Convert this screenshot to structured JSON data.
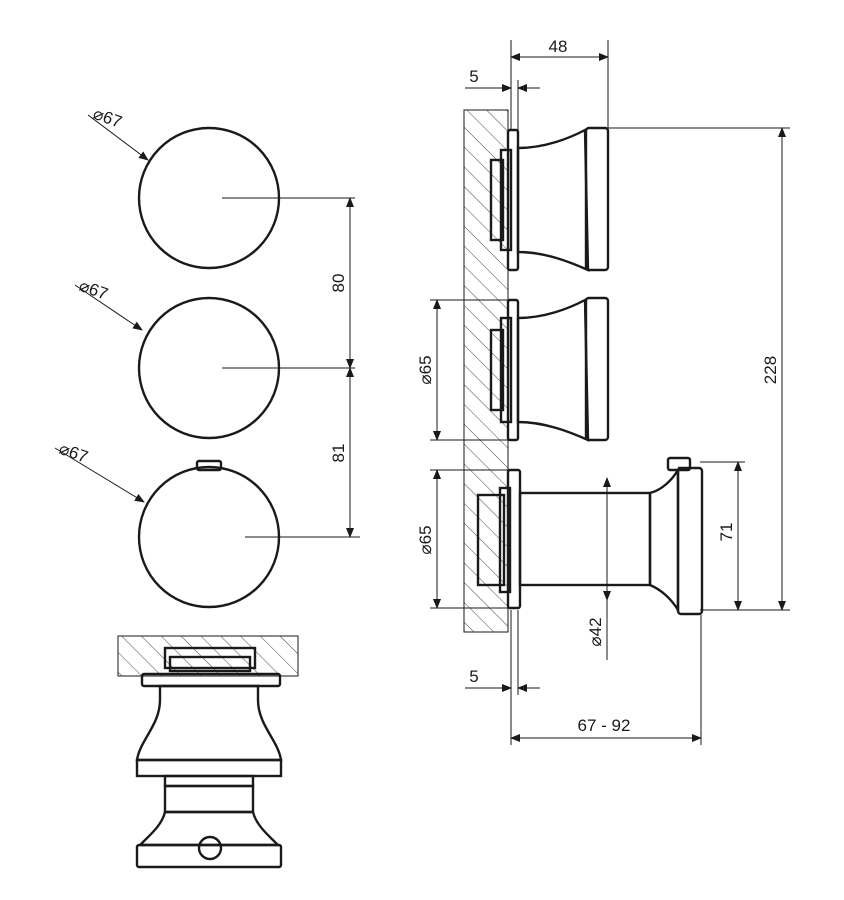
{
  "dimensions": {
    "knob_diameter_1": "⌀67",
    "knob_diameter_2": "⌀67",
    "knob_diameter_3": "⌀67",
    "spacing_top": "80",
    "spacing_bottom": "81",
    "side_depth": "48",
    "wall_offset_top": "5",
    "rosette_diameter_1": "⌀65",
    "rosette_diameter_2": "⌀65",
    "total_height": "228",
    "lever_height": "71",
    "stem_diameter": "⌀42",
    "wall_offset_bottom": "5",
    "projection_range": "67 - 92"
  },
  "colors": {
    "ink": "#1a1a1a",
    "background": "#ffffff"
  }
}
